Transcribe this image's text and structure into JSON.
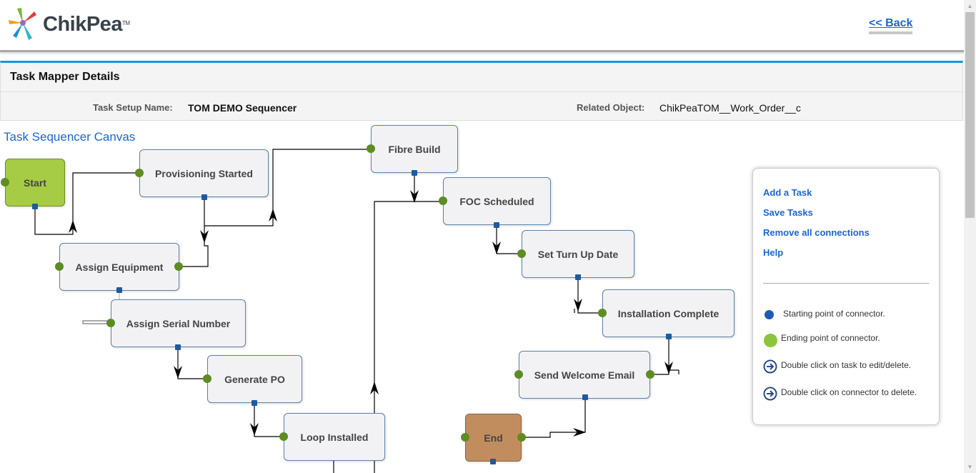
{
  "header": {
    "logo_text": "ChikPea",
    "logo_tm": "TM",
    "back_link": "<< Back"
  },
  "panel": {
    "title": "Task Mapper Details",
    "setup_label": "Task Setup Name:",
    "setup_value": "TOM DEMO Sequencer",
    "related_label": "Related Object:",
    "related_value": "ChikPeaTOM__Work_Order__c"
  },
  "canvas": {
    "title": "Task Sequencer Canvas",
    "tasks": {
      "start": "Start",
      "provisioning_started": "Provisioning Started",
      "fibre_build": "Fibre Build",
      "foc_scheduled": "FOC Scheduled",
      "set_turn_up_date": "Set Turn Up Date",
      "installation_complete": "Installation Complete",
      "send_welcome_email": "Send Welcome Email",
      "end": "End",
      "assign_equipment": "Assign Equipment",
      "assign_serial_number": "Assign Serial Number",
      "generate_po": "Generate PO",
      "loop_installed": "Loop Installed"
    },
    "colors": {
      "start": "#a5cc44",
      "end": "#c28d5e",
      "start_point": "#1e5aa0",
      "end_point": "#5d8c23",
      "accent": "#1797d8",
      "link": "#1a66d6"
    }
  },
  "legend": {
    "links": [
      "Add a Task",
      "Save Tasks",
      "Remove all connections",
      "Help"
    ],
    "items": [
      {
        "icon": "blue-dot-icon",
        "text": "Starting point of connector."
      },
      {
        "icon": "green-dot-icon",
        "text": "Ending point of connector."
      },
      {
        "icon": "arrow-circle-icon",
        "text": "Double click on task to edit/delete."
      },
      {
        "icon": "arrow-circle-icon",
        "text": "Double click on connector to delete."
      }
    ]
  }
}
